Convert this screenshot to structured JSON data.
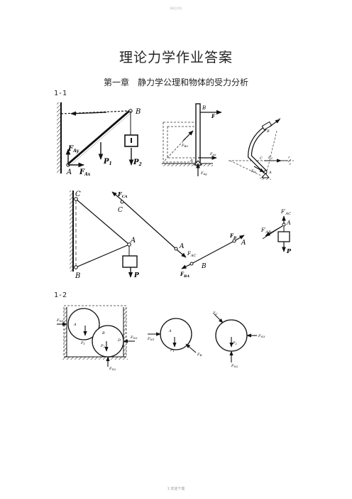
{
  "header_watermark": "精品文档",
  "title": "理论力学作业答案",
  "chapter": "第一章　静力学公理和物体的受力分析",
  "sections": [
    "1-1",
    "1-2"
  ],
  "footer": {
    "page": "1",
    "text": "欢迎下载"
  },
  "labels": {
    "f1": {
      "B": "B",
      "FAy": "F",
      "FAy_sub": "Ay",
      "P1": "P",
      "P1_sub": "1",
      "P2": "P",
      "P2_sub": "2",
      "A": "A",
      "FAx": "F",
      "FAx_sub": "Ax"
    },
    "f2": {
      "B": "B",
      "F": "F",
      "FBC": "F",
      "FBC_sub": "BC",
      "FAx": "F",
      "FAx_sub": "Ax",
      "A": "A",
      "FAy": "F",
      "FAy_sub": "Ay"
    },
    "f3": {
      "F": "F",
      "B": "B",
      "C": "C",
      "FC": "F",
      "FC_sub": "C",
      "FA": "F",
      "FA_sub": "A",
      "A": "A"
    },
    "f4": {
      "C": "C",
      "A": "A",
      "B": "B",
      "P": "P"
    },
    "f5": {
      "FCA": "F",
      "FCA_sub": "CA",
      "C": "C",
      "A": "A",
      "FAC": "F",
      "FAC_sub": "AC",
      "FB": "F",
      "FB_sub": "B",
      "A2": "A",
      "B": "B",
      "FBA": "F",
      "FBA_sub": "BA"
    },
    "f6": {
      "FAC": "F′",
      "FAC_sub": "AC",
      "FAB": "F′",
      "FAB_sub": "AB",
      "A": "A",
      "P": "P"
    },
    "f7": {
      "FN1": "F",
      "FN1_sub": "N1",
      "A": "A",
      "P1": "P",
      "P1_sub": "1",
      "P2": "P",
      "P2_sub": "2",
      "B": "B",
      "D": "D",
      "FN3": "F",
      "FN3_sub": "N3",
      "FN2": "F",
      "FN2_sub": "N2"
    },
    "f8": {
      "A": "A",
      "FN1": "F",
      "FN1_sub": "N1",
      "P1": "P",
      "P1_sub": "1",
      "F": "F",
      "F_sub": "B"
    },
    "f9": {
      "F": "F",
      "F_sub": "C",
      "P2": "P",
      "P2_sub": "2",
      "FN3": "F",
      "FN3_sub": "N3",
      "FN2": "F",
      "FN2_sub": "N2"
    }
  }
}
